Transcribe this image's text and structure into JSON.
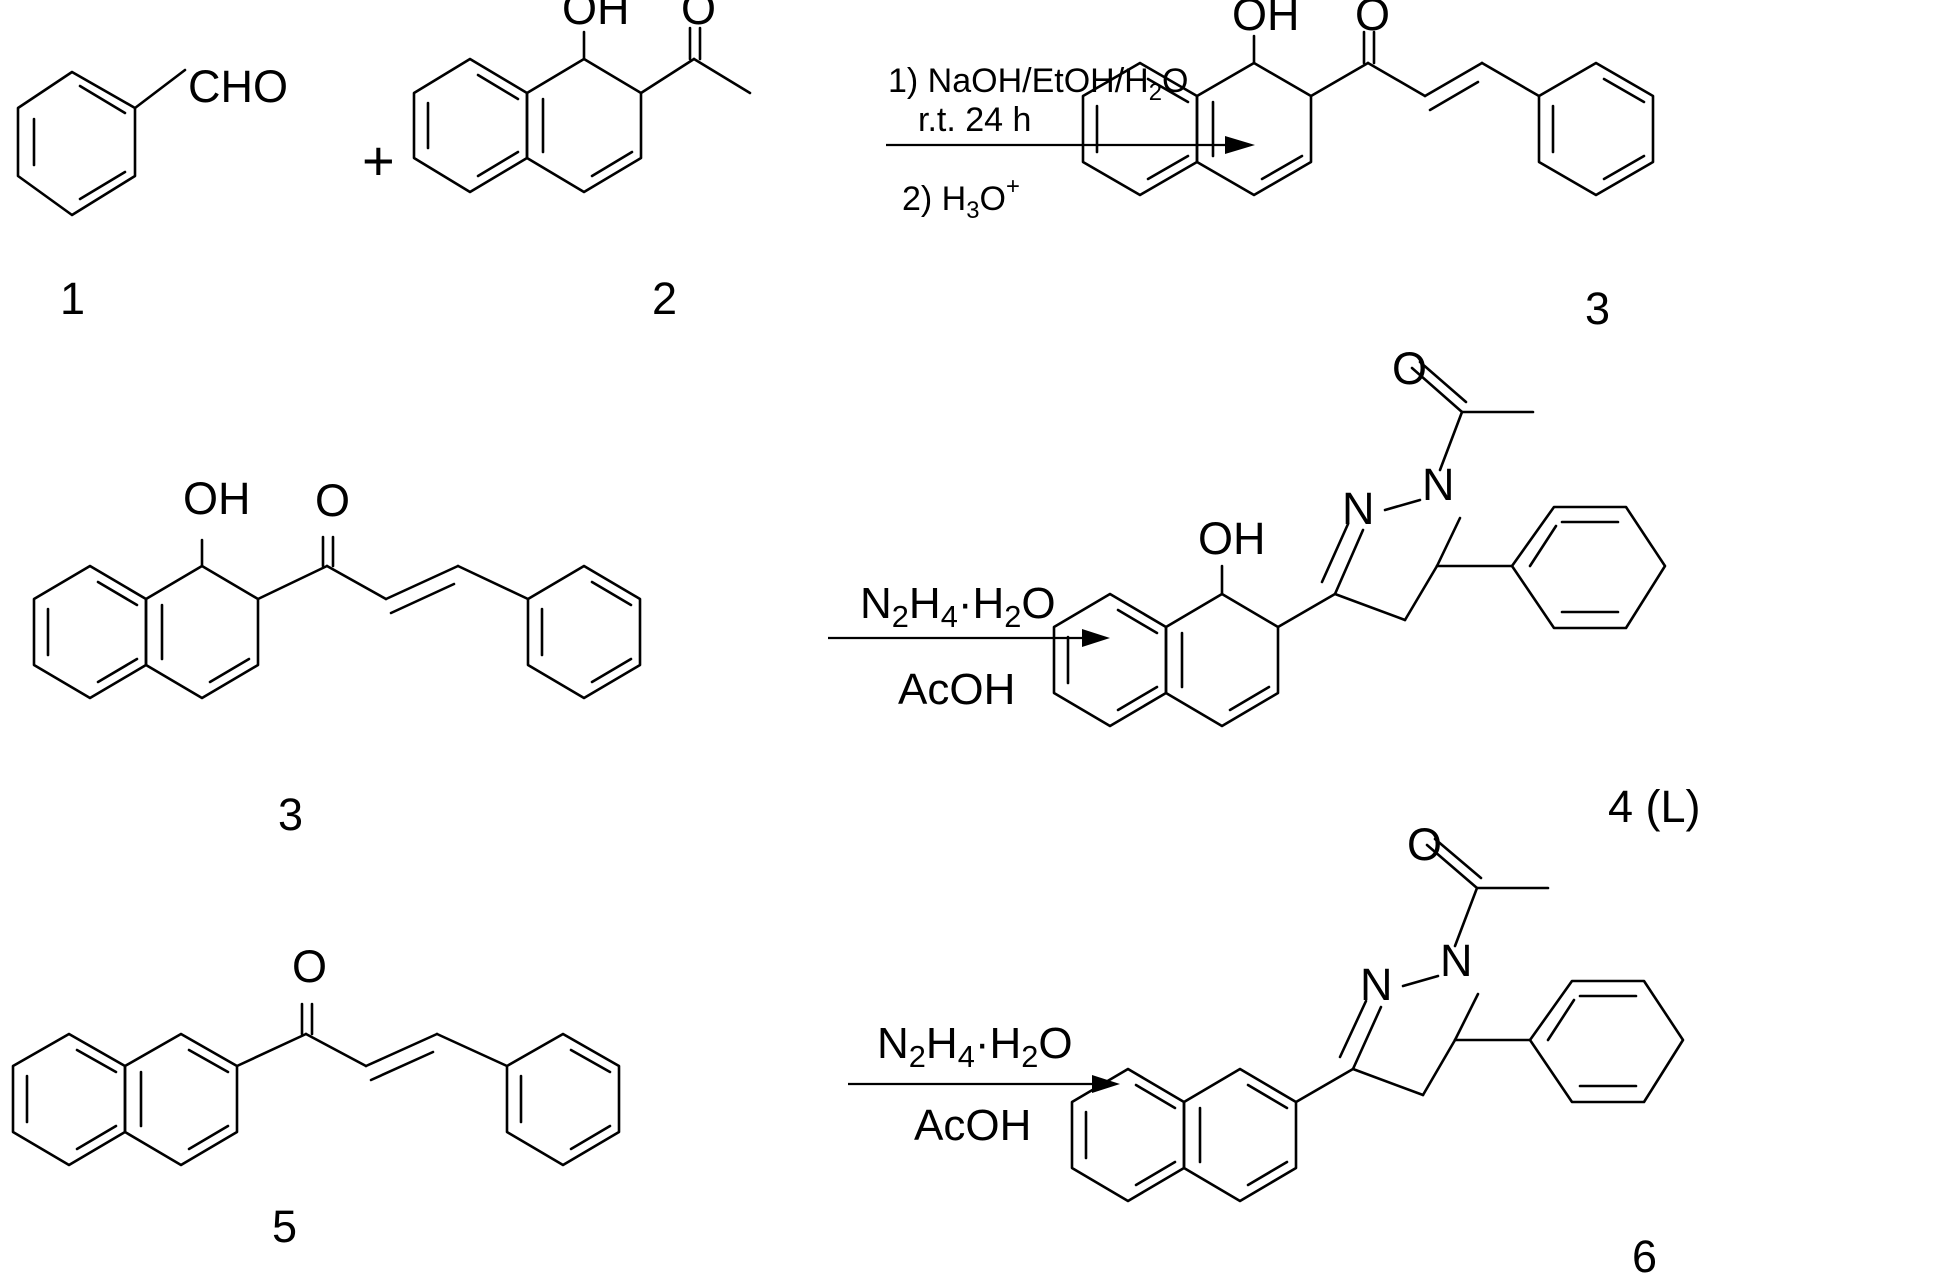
{
  "colors": {
    "ink": "#000000",
    "background": "#ffffff"
  },
  "row1": {
    "compound1": {
      "group": "CHO",
      "label": "1"
    },
    "plus": "+",
    "compound2": {
      "oh": "OH",
      "o": "O",
      "label": "2"
    },
    "conditions": {
      "step1_prefix": "1) NaOH/EtOH/H",
      "step1_sub": "2",
      "step1_suffix": "O",
      "step1_time": "r.t. 24 h",
      "step2_prefix": "2) H",
      "step2_sub": "3",
      "step2_mid": "O",
      "step2_sup": "+"
    },
    "product": {
      "oh": "OH",
      "o": "O",
      "label": "3"
    }
  },
  "row2": {
    "reactant": {
      "oh": "OH",
      "o": "O",
      "label": "3"
    },
    "conditions": {
      "reagent_n": "N",
      "reagent_n_sub": "2",
      "reagent_h": "H",
      "reagent_h_sub": "4",
      "reagent_dot": "·H",
      "reagent_h2o_sub": "2",
      "reagent_o": "O",
      "solvent": "AcOH"
    },
    "product": {
      "oh": "OH",
      "o": "O",
      "n1": "N",
      "n2": "N",
      "label": "4 (L)"
    }
  },
  "row3": {
    "reactant": {
      "o": "O",
      "label": "5"
    },
    "conditions": {
      "reagent_n": "N",
      "reagent_n_sub": "2",
      "reagent_h": "H",
      "reagent_h_sub": "4",
      "reagent_dot": "·H",
      "reagent_h2o_sub": "2",
      "reagent_o": "O",
      "solvent": "AcOH"
    },
    "product": {
      "o": "O",
      "n1": "N",
      "n2": "N",
      "label": "6"
    }
  }
}
